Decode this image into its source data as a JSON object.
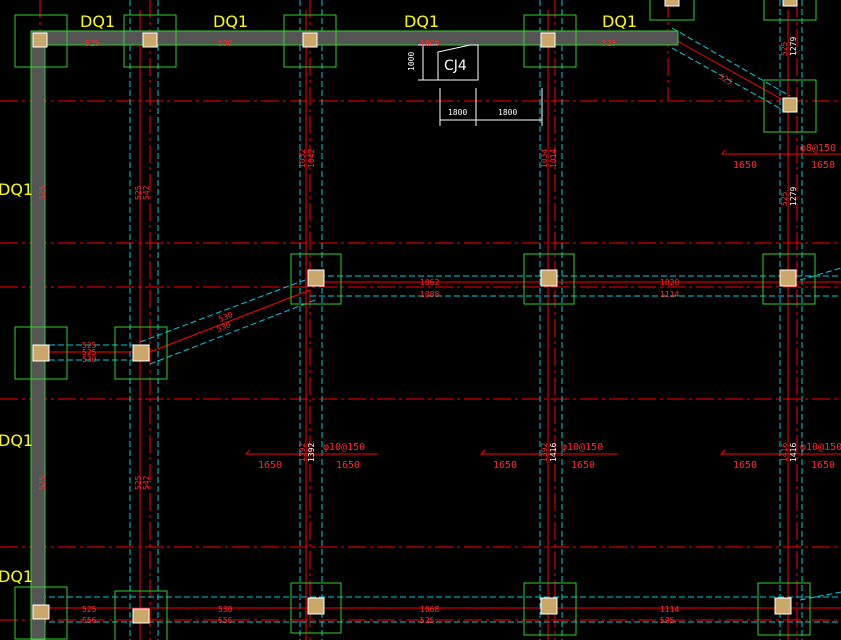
{
  "beam_labels": {
    "top_1": "DQ1",
    "top_2": "DQ1",
    "top_3": "DQ1",
    "top_4": "DQ1",
    "left_1": "DQ1",
    "left_2": "DQ1",
    "left_3": "DQ1"
  },
  "foundation_tag": "CJ4",
  "dims": {
    "d1": "1000",
    "d2": "1800",
    "d3": "1800"
  },
  "rebar": {
    "r1": "φ8@150",
    "r1_l": "1650",
    "r1_r": "1650",
    "r2": "φ10@150",
    "r2_l": "1650",
    "r2_r": "1650",
    "r3": "φ10@150",
    "r3_l": "1650",
    "r3_r": "1650",
    "r4": "φ10@150",
    "r4_l": "1650",
    "r4_r": "1650"
  },
  "small": {
    "s1": "525",
    "s2": "530",
    "s3": "1000",
    "s4": "1062",
    "s5": "1088",
    "s6": "1020",
    "s7": "1114",
    "s8": "525",
    "s9": "656",
    "s10": "530",
    "s11": "656",
    "s12": "1068",
    "s13": "525",
    "s14": "1114",
    "s15": "595",
    "s16": "525",
    "s17": "525",
    "s18": "525",
    "s19": "530",
    "s20": "530",
    "v1": "1279",
    "v2": "1279",
    "v3": "1392",
    "v4": "1416",
    "v5": "1416",
    "v6": "1392",
    "v7": "1032",
    "v8": "1042",
    "v9": "1034",
    "v10": "1014",
    "v11": "525",
    "v12": "542",
    "v13": "525",
    "v14": "542",
    "v15": "525"
  }
}
